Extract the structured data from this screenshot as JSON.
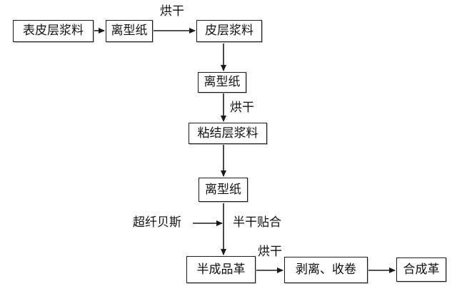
{
  "flow": {
    "nodes": {
      "surface_slurry": "表皮层浆料",
      "release_paper_1": "离型纸",
      "skin_slurry": "皮层浆料",
      "release_paper_2": "离型纸",
      "adhesive_slurry": "粘结层浆料",
      "release_paper_3": "离型纸",
      "semi_leather": "半成品革",
      "peel_roll": "剥离、收卷",
      "synthetic_leather": "合成革"
    },
    "labels": {
      "dry_1": "烘干",
      "dry_2": "烘干",
      "microfiber": "超纤贝斯",
      "semi_dry_laminate": "半干贴合",
      "dry_3": "烘干"
    }
  },
  "colors": {
    "line": "#1a1a1a",
    "background": "#ffffff"
  }
}
